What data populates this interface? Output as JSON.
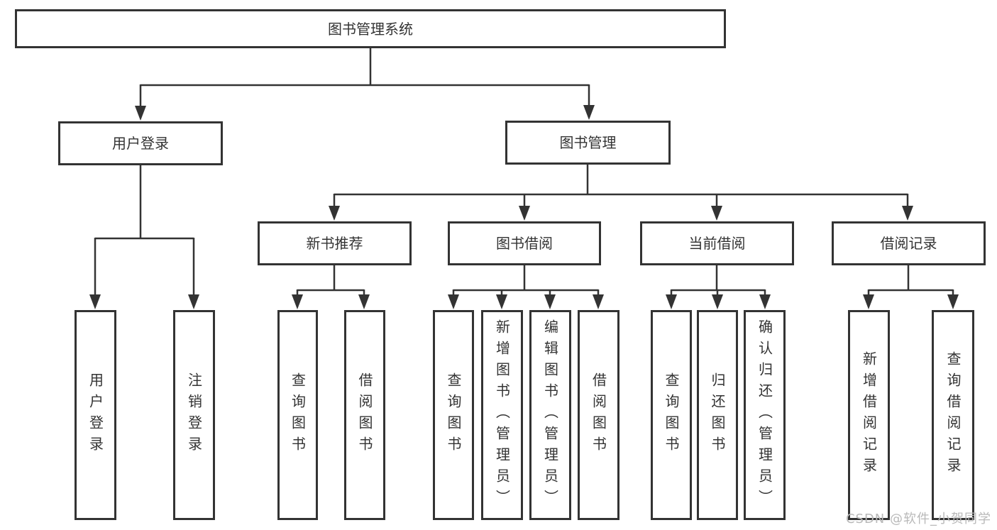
{
  "diagram_type": "hierarchy-tree",
  "colors": {
    "line": "#333333",
    "text": "#333333",
    "watermark": "#b9b9b9",
    "background": "#ffffff"
  },
  "tree": {
    "label": "图书管理系统",
    "children": [
      {
        "label": "用户登录",
        "children": [
          {
            "label": "用户登录"
          },
          {
            "label": "注销登录"
          }
        ]
      },
      {
        "label": "图书管理",
        "children": [
          {
            "label": "新书推荐",
            "children": [
              {
                "label": "查询图书"
              },
              {
                "label": "借阅图书"
              }
            ]
          },
          {
            "label": "图书借阅",
            "children": [
              {
                "label": "查询图书"
              },
              {
                "label": "新增图书（管理员）"
              },
              {
                "label": "编辑图书（管理员）"
              },
              {
                "label": "借阅图书"
              }
            ]
          },
          {
            "label": "当前借阅",
            "children": [
              {
                "label": "查询图书"
              },
              {
                "label": "归还图书"
              },
              {
                "label": "确认归还（管理员）"
              }
            ]
          },
          {
            "label": "借阅记录",
            "children": [
              {
                "label": "新增借阅记录"
              },
              {
                "label": "查询借阅记录"
              }
            ]
          }
        ]
      }
    ]
  },
  "watermark": {
    "text": "CSDN @软件_小贺同学"
  }
}
